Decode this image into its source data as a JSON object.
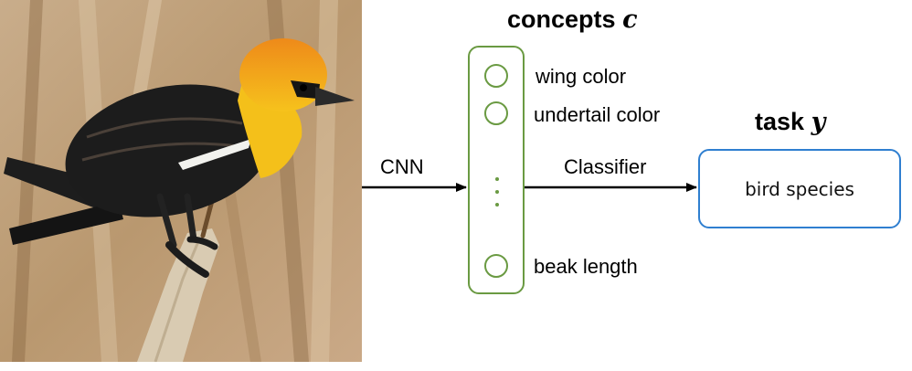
{
  "concepts_title": "concepts",
  "concepts_var": "c",
  "task_title": "task",
  "task_var": "y",
  "edges": {
    "cnn": "CNN",
    "classifier": "Classifier"
  },
  "concepts": [
    "wing color",
    "undertail color",
    "beak length"
  ],
  "task_output": "bird species",
  "colors": {
    "concept_border": "#6a9a42",
    "task_border": "#2f7fd0"
  }
}
